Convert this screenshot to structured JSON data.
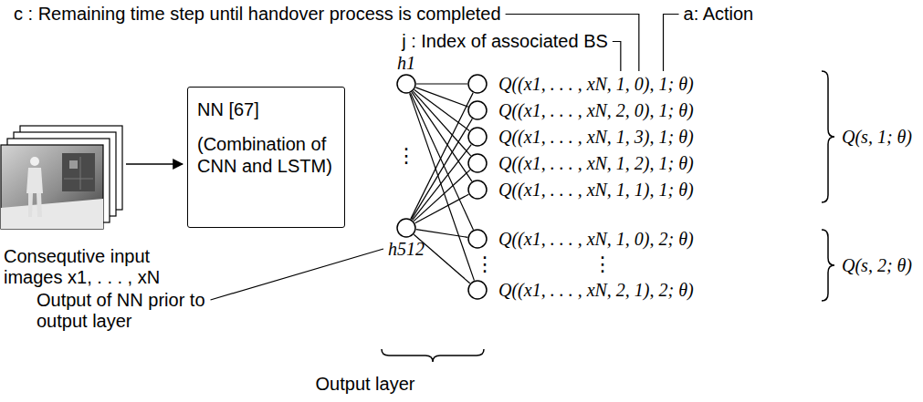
{
  "diagram": {
    "nodes": [
      {
        "text": [
          "NN [67]",
          "(Combination of CNN and LSTM)"
        ]
      },
      {
        "text": [
          "h1"
        ]
      },
      {
        "text": [
          "h512"
        ]
      },
      {
        "text": [
          "Q((x1, . . . , xN, 1, 0), 1; θ)"
        ]
      },
      {
        "text": [
          "Q((x1, . . . , xN, 2, 0), 1; θ)"
        ]
      },
      {
        "text": [
          "Q((x1, . . . , xN, 1, 3), 1; θ)"
        ]
      },
      {
        "text": [
          "Q((x1, . . . , xN, 1, 2), 1; θ)"
        ]
      },
      {
        "text": [
          "Q((x1, . . . , xN, 1, 1), 1; θ)"
        ]
      },
      {
        "text": [
          "Q((x1, . . . , xN, 1, 0), 2; θ)"
        ]
      },
      {
        "text": [
          "Q((x1, . . . , xN, 2, 1), 2; θ)"
        ]
      }
    ],
    "edges": [
      {
        "from": 1,
        "to": 3,
        "arrow": "none"
      },
      {
        "from": 1,
        "to": 4,
        "arrow": "none"
      },
      {
        "from": 1,
        "to": 5,
        "arrow": "none"
      },
      {
        "from": 1,
        "to": 6,
        "arrow": "none"
      },
      {
        "from": 1,
        "to": 7,
        "arrow": "none"
      },
      {
        "from": 1,
        "to": 8,
        "arrow": "none"
      },
      {
        "from": 1,
        "to": 9,
        "arrow": "none"
      },
      {
        "from": 2,
        "to": 3,
        "arrow": "none"
      },
      {
        "from": 2,
        "to": 4,
        "arrow": "none"
      },
      {
        "from": 2,
        "to": 5,
        "arrow": "none"
      },
      {
        "from": 2,
        "to": 6,
        "arrow": "none"
      },
      {
        "from": 2,
        "to": 7,
        "arrow": "none"
      },
      {
        "from": 2,
        "to": 8,
        "arrow": "none"
      },
      {
        "from": 2,
        "to": 9,
        "arrow": "none"
      }
    ],
    "labels": [
      "c : Remaining time step until handover process is completed",
      "j : Index of associated BS",
      "a: Action",
      "⋮",
      "⋮",
      "⋮",
      "Q(s, 1; θ)",
      "Q(s, 2; θ)",
      "Consequtive input images x1, . . . , xN",
      "Output of NN prior to output layer",
      "Output layer"
    ]
  }
}
